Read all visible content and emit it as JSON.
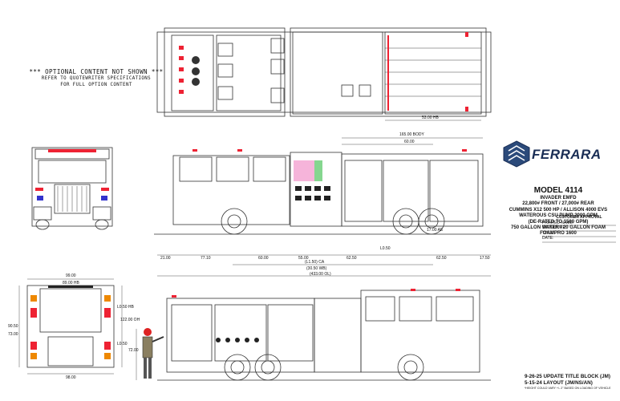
{
  "notice": {
    "headline": "*** OPTIONAL CONTENT NOT SHOWN ***",
    "line1": "REFER TO QUOTEWRITER SPECIFICATIONS",
    "line2": "FOR FULL OPTION CONTENT"
  },
  "brand": {
    "name": "FERRARA"
  },
  "spec": {
    "model": "MODEL 4114",
    "chassis": "INVADER EMFD",
    "axles": "22,800# FRONT / 27,000# REAR",
    "drivetrain": "CUMMINS X12 500 HP / ALLISON 4000 EVS",
    "pump": "WATEROUS CSU PUMP 2000 GPM",
    "derate": "(DE-RATED TO 1500 GPM)",
    "tanks": "750 GALLON WATER / 20 GALLON FOAM",
    "foam": "FOAMPRO 1600"
  },
  "approval": {
    "title": "CUSTOMER APPROVAL",
    "fields": [
      "PRINTED NAME:",
      "SIGNATURE:",
      "TITLE:",
      "DATE:"
    ]
  },
  "revisions": {
    "r1": "9-26-25 UPDATE TITLE BLOCK (JM)",
    "r2": "5-15-24 LAYOUT (JM/NS/AN)",
    "footnote": "*HEIGHT COULD VARY +/- 2\" BASED ON LOADING OF VEHICLE"
  },
  "dims": {
    "top_width": "53.00 HB",
    "side_body": "165.00 BODY",
    "side_body2": "60.00",
    "wheelbase_a": "21.00",
    "wheelbase_b": "77.10",
    "seg_c": "60.00",
    "seg_d": "55.00",
    "seg_e": "62.50",
    "seg_f": "62.50",
    "seg_g": "17.50",
    "ca": "(L1.50) CA",
    "wb": "(30.50 WB)",
    "oal": "(433.00 OL)",
    "ang_front": "L0.50",
    "ang_rear": "17.00 AE",
    "rear_w1": "99.00",
    "rear_w2": "89.00 HB",
    "rear_w3": "98.00",
    "rear_h1": "90.50",
    "rear_h2": "73.00",
    "rear_h3": "L0.50 HB",
    "rear_h4": "122.00 OH",
    "rear_h5": "L0.50",
    "fig_h": "72.00"
  }
}
